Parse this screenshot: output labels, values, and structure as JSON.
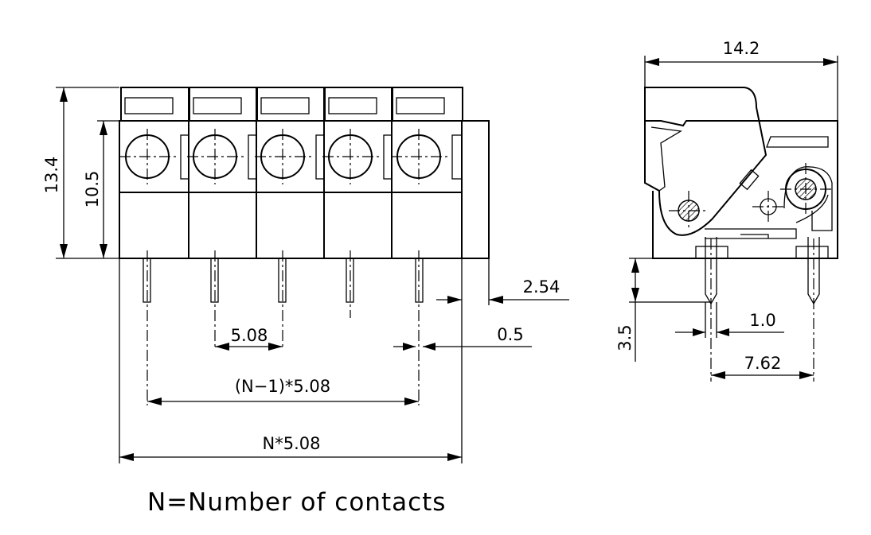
{
  "front_view": {
    "dimensions": {
      "overall_height": "13.4",
      "body_height": "10.5",
      "pitch": "5.08",
      "pin_span": "(N−1)*5.08",
      "body_width": "N*5.08",
      "pin_offset": "2.54",
      "pin_width": "0.5"
    },
    "contacts": 5
  },
  "side_view": {
    "dimensions": {
      "overall_depth": "14.2",
      "pin_length": "3.5",
      "pin_thickness": "1.0",
      "pin_row_spacing": "7.62"
    }
  },
  "note": "N=Number of contacts"
}
